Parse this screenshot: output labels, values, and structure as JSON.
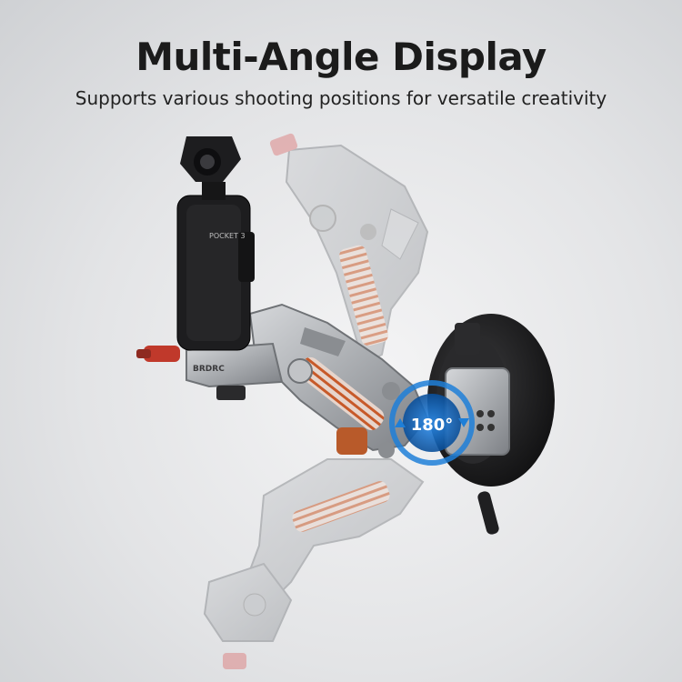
{
  "header": {
    "title": "Multi-Angle Display",
    "subtitle": "Supports various shooting positions for versatile creativity"
  },
  "product": {
    "camera_label": "POCKET 3",
    "brand_mark": "BRDRC",
    "rotation_label": "180°"
  },
  "colors": {
    "arm_metal": "#a9acb0",
    "arm_dark": "#6f7276",
    "accent_red": "#c0392b",
    "spring_orange": "#d2691e",
    "rotation_blue": "#1e7fd8",
    "camera_black": "#1d1d1f"
  }
}
